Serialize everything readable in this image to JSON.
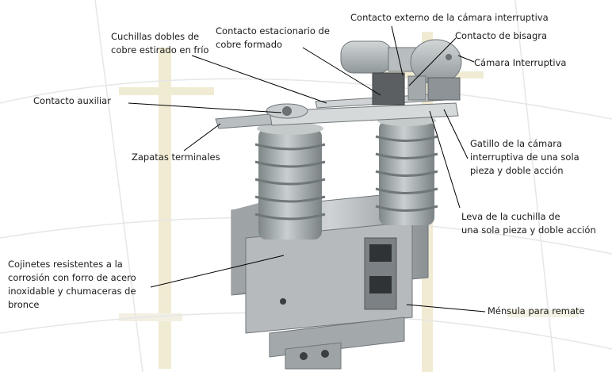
{
  "labels": {
    "contacto_externo": "Contacto externo de la cámara interruptiva",
    "contacto_bisagra": "Contacto de bisagra",
    "camara_interruptiva": "Cámara  Interruptiva",
    "contacto_estacionario": "Contacto estacionario de\ncobre formado",
    "cuchillas_dobles": "Cuchillas dobles de\ncobre estirado en frío",
    "contacto_auxiliar": "Contacto auxiliar",
    "zapatas_terminales": "Zapatas terminales",
    "gatillo": "Gatillo de la cámara\ninterruptiva de una sola\npieza y doble acción",
    "leva": "Leva de la cuchilla de\nuna sola pieza y doble acción",
    "cojinetes": "Cojinetes resistentes a la\ncorrosión con forro de acero\ninoxidable y chumaceras de\nbronce",
    "mensula": "Ménsula para remate"
  },
  "colors": {
    "background": "#ffffff",
    "pole": "#efe9cf",
    "porcelain": "#9aa2a4",
    "steel": "#a9aeb1",
    "leader": "#000000"
  }
}
